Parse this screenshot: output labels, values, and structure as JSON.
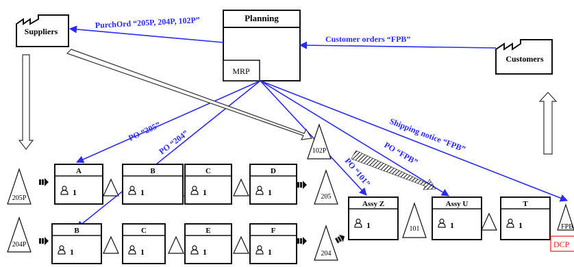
{
  "colors": {
    "flow": "#2b2bf0",
    "stroke": "#111111",
    "dcp": "#e02020"
  },
  "planning": {
    "title": "Planning",
    "mrp": "MRP"
  },
  "suppliers": {
    "label": "Suppliers"
  },
  "customers": {
    "label": "Customers"
  },
  "flow_labels": {
    "purch_ord": "PurchOrd “205P, 204P, 102P”",
    "customer_orders": "Customer orders “FPB”",
    "po_205": "PO “205”",
    "po_204": "PO “204”",
    "shipping_notice": "Shipping notice “FPB”",
    "po_fpb": "PO “FPB”",
    "po_101": "PO “101”"
  },
  "processes": {
    "a": {
      "name": "A",
      "operators": "1"
    },
    "b_top": {
      "name": "B",
      "operators": "1"
    },
    "c_top": {
      "name": "C",
      "operators": "1"
    },
    "d": {
      "name": "D",
      "operators": "1"
    },
    "b_bottom": {
      "name": "B",
      "operators": "1"
    },
    "c_bottom": {
      "name": "C",
      "operators": "1"
    },
    "e": {
      "name": "E",
      "operators": "1"
    },
    "f": {
      "name": "F",
      "operators": "1"
    },
    "assy_z": {
      "name": "Assy Z",
      "operators": "1"
    },
    "assy_u": {
      "name": "Assy U",
      "operators": "1"
    },
    "t": {
      "name": "T",
      "operators": "1"
    }
  },
  "inventory": {
    "i205p": "205P",
    "i204p": "204P",
    "i102p": "102P",
    "i205": "205",
    "i204": "204",
    "i101": "101",
    "ifpb": "FPB"
  },
  "dcp": "DCP"
}
